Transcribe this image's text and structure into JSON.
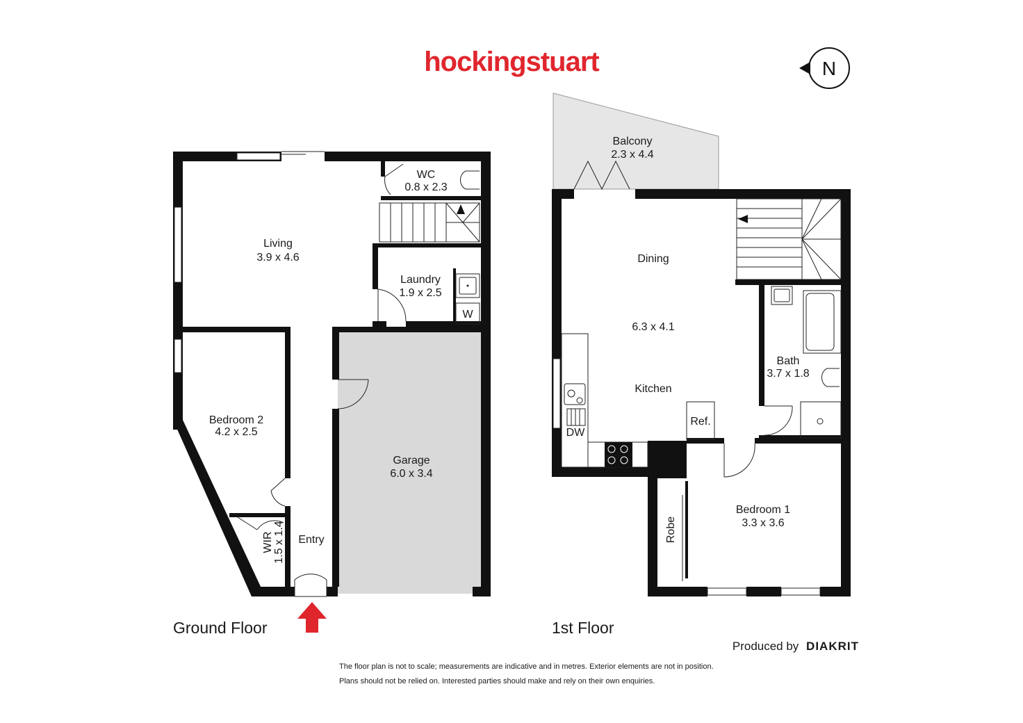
{
  "brand": {
    "name": "hockingstuart",
    "color": "#e0262d"
  },
  "compass": {
    "letter": "N"
  },
  "floors": [
    {
      "title": "Ground Floor"
    },
    {
      "title": "1st Floor"
    }
  ],
  "rooms": {
    "living": {
      "name": "Living",
      "dims": "3.9 x 4.6"
    },
    "wc": {
      "name": "WC",
      "dims": "0.8 x 2.3"
    },
    "laundry": {
      "name": "Laundry",
      "dims": "1.9 x 2.5"
    },
    "washer": {
      "name": "W"
    },
    "bedroom2": {
      "name": "Bedroom 2",
      "dims": "4.2 x 2.5"
    },
    "garage": {
      "name": "Garage",
      "dims": "6.0 x 3.4"
    },
    "wir": {
      "name": "WIR",
      "dims": "1.5 x 1.4"
    },
    "entry": {
      "name": "Entry"
    },
    "balcony": {
      "name": "Balcony",
      "dims": "2.3 x 4.4"
    },
    "dining": {
      "name": "Dining"
    },
    "dining_kitchen_dims": "6.3 x 4.1",
    "kitchen": {
      "name": "Kitchen"
    },
    "dishwasher": {
      "name": "DW"
    },
    "fridge": {
      "name": "Ref."
    },
    "bath": {
      "name": "Bath",
      "dims": "3.7 x 1.8"
    },
    "bedroom1": {
      "name": "Bedroom 1",
      "dims": "3.3 x 3.6"
    },
    "robe": {
      "name": "Robe"
    }
  },
  "credit": {
    "prefix": "Produced by",
    "company": "DIAKRIT"
  },
  "disclaimer": [
    "The floor plan is not to scale; measurements are indicative and in metres. Exterior elements are not in position.",
    "Plans should not be relied on. Interested parties should make and rely on their own enquiries."
  ],
  "colors": {
    "wall": "#111111",
    "garage_fill": "#d9d9d9",
    "balcony_fill": "#e6e6e6",
    "entry_arrow": "#e0262d"
  }
}
